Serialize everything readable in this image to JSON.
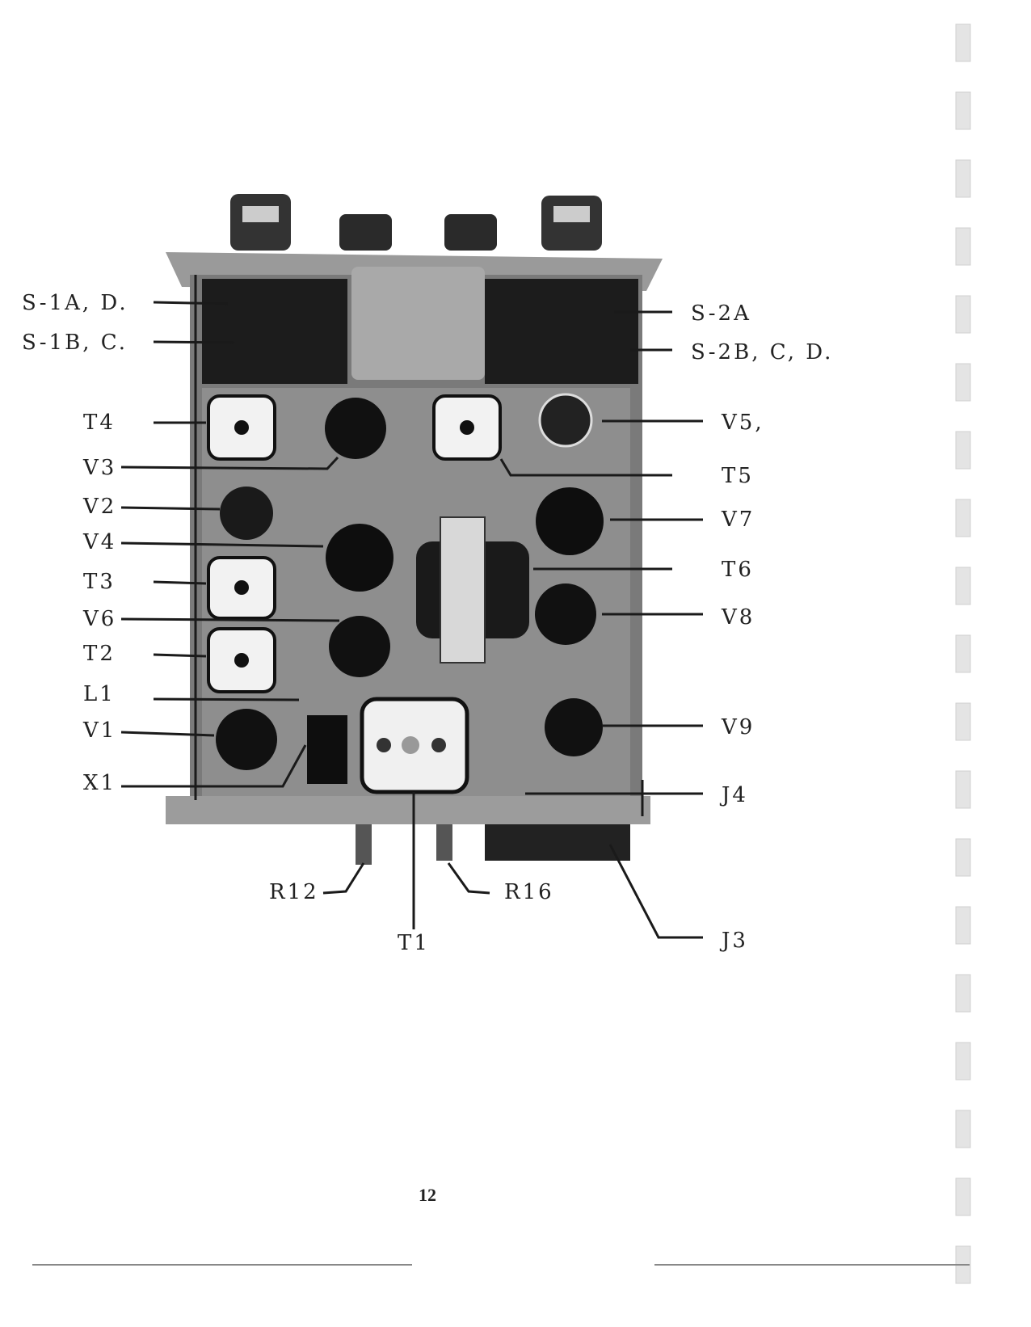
{
  "figure": {
    "labels_left": {
      "s1ad": "S-1A, D.",
      "s1bc": "S-1B, C.",
      "t4": "T4",
      "v3": "V3",
      "v2": "V2",
      "v4": "V4",
      "t3": "T3",
      "v6": "V6",
      "t2": "T2",
      "l1": "L1",
      "v1": "V1",
      "x1": "X1"
    },
    "labels_right": {
      "s2a": "S-2A",
      "s2bcd": "S-2B, C, D.",
      "v5": "V5,",
      "t5": "T5",
      "v7": "V7",
      "t6": "T6",
      "v8": "V8",
      "v9": "V9",
      "j4": "J4"
    },
    "labels_bottom": {
      "r12": "R12",
      "r16": "R16",
      "t1": "T1",
      "j3": "J3"
    }
  },
  "page_number": "12"
}
